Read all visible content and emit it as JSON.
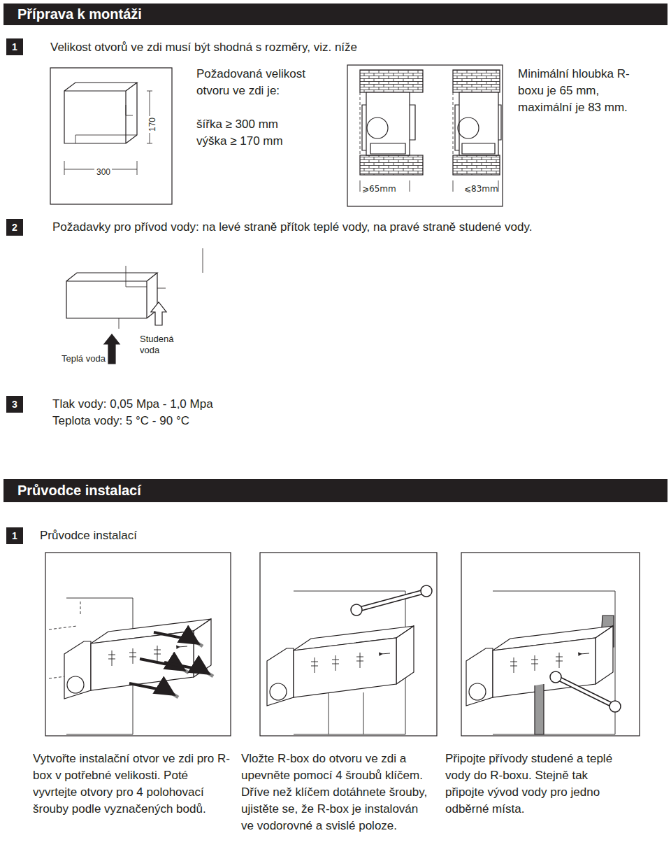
{
  "diagram": {
    "nodes": [
      {
        "text": [
          "Příprava k montáži"
        ]
      },
      {
        "text": [
          "1"
        ]
      },
      {
        "text": [
          "2"
        ]
      },
      {
        "text": [
          "3"
        ]
      },
      {
        "text": [
          "Průvodce instalací"
        ]
      },
      {
        "text": [
          "1"
        ]
      }
    ],
    "labels": [
      "Velikost otvorů ve zdi musí být shodná s rozměry, viz. níže",
      "170",
      "300",
      "Požadovaná velikost otvoru ve zdi je:",
      "šířka ≥ 300 mm",
      "výška ≥ 170 mm",
      "Minimální hloubka R-boxu je 65 mm, maximální je 83 mm.",
      "⩾65mm",
      "⩽83mm",
      "Požadavky pro přívod vody: na levé straně přítok teplé vody, na pravé straně studené vody.",
      "Teplá voda",
      "Studená voda",
      "Tlak vody: 0,05 Mpa - 1,0 Mpa",
      "Teplota vody: 5 °C - 90 °C",
      "Průvodce instalací",
      "Vytvořte instalační otvor ve zdi pro R-box v potřebné velikosti. Poté vyvrtejte otvory pro 4 polohovací šrouby podle vyznačených bodů.",
      "Vložte R-box do otvoru ve zdi a upevněte pomocí 4 šroubů klíčem.",
      "Dříve než klíčem dotáhnete šrouby, ujistěte se, že R-box je instalován ve vodorovné a svislé poloze.",
      "Připojte přívody studené a teplé vody do R-boxu. Stejně tak připojte vývod vody pro jedno odběrné místa."
    ]
  }
}
